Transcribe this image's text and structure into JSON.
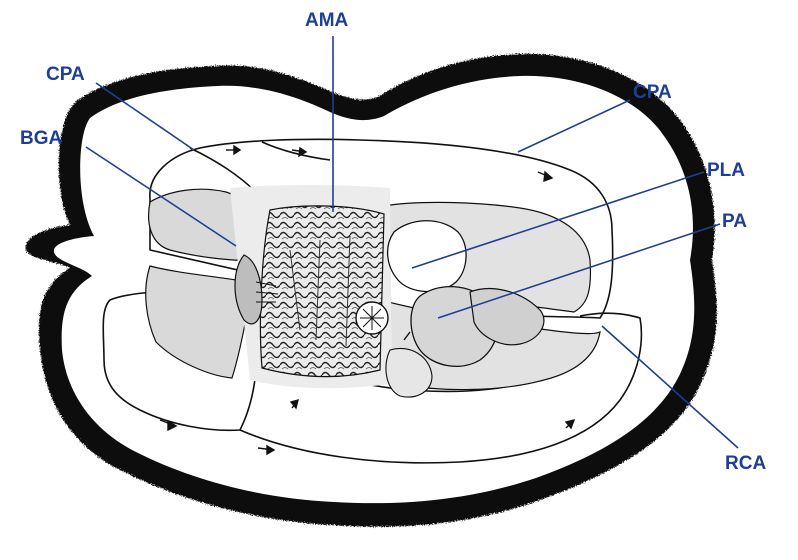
{
  "labels": {
    "ama": "AMA",
    "cpa_left": "CPA",
    "cpa_right": "CPA",
    "bga": "BGA",
    "pla": "PLA",
    "pa": "PA",
    "rca": "RCA"
  },
  "colors": {
    "label": "#1f3f93",
    "leader_line": "#1f3f93",
    "outline": "#111111",
    "shading": "#d9d9d9",
    "light_shading": "#e8e8e8",
    "background": "#ffffff"
  }
}
